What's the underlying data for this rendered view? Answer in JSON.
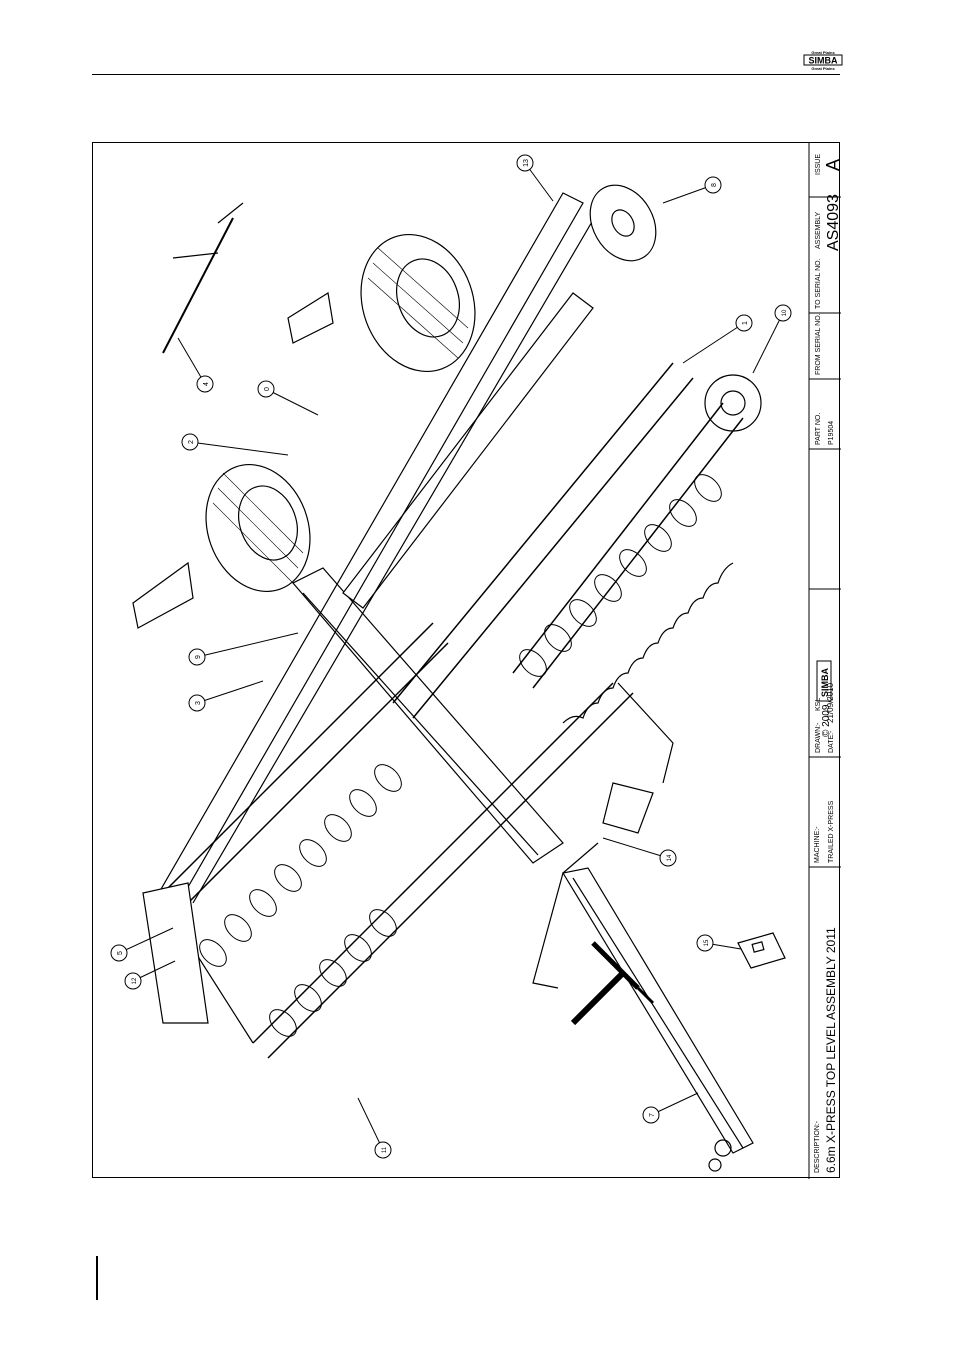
{
  "logo": {
    "small_text": "Great Plains",
    "brand": "SIMBA"
  },
  "title_block": {
    "description_label": "DESCRIPTION:-",
    "description": "6.6m X-PRESS TOP LEVEL ASSEMBLY 2011",
    "machine_label": "MACHINE:-",
    "machine": "TRAILED X-PRESS",
    "brand": "SIMBA",
    "copyright": "© 2009",
    "drawn_label": "DRAWN:-",
    "drawn": "KSL",
    "date_label": "DATE:-",
    "date": "21/09/2010",
    "part_no_label": "PART NO.",
    "part_no": "P19504",
    "from_serial_label": "FROM SERIAL NO.",
    "to_serial_label": "TO SERIAL NO.",
    "assembly_label": "ASSEMBLY",
    "assembly": "AS4093",
    "issue_label": "ISSUE",
    "issue": "A"
  },
  "callouts": [
    "13",
    "8",
    "1",
    "10",
    "4",
    "0",
    "2",
    "9",
    "3",
    "14",
    "5",
    "12",
    "15",
    "7",
    "11"
  ]
}
